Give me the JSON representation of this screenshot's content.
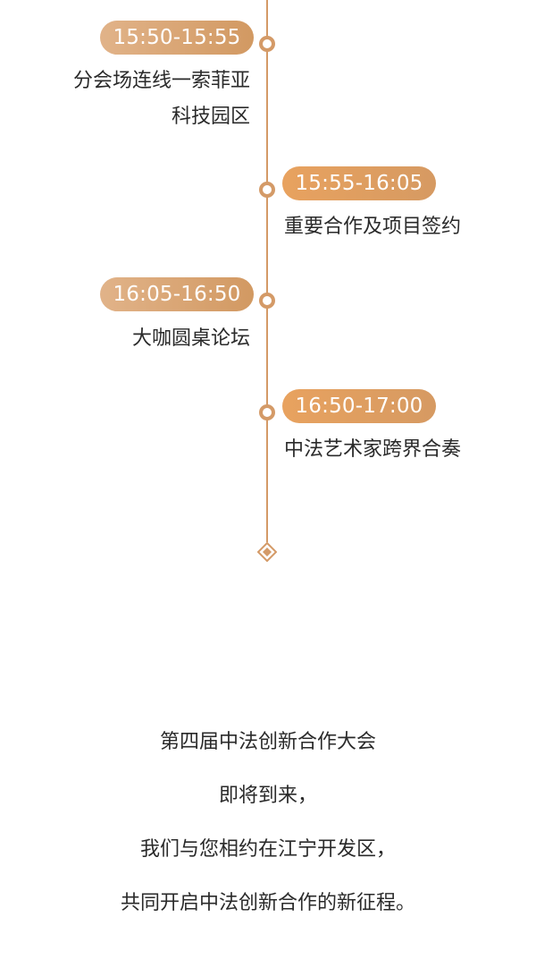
{
  "timeline": {
    "events": [
      {
        "time": "15:50-15:55",
        "lines": [
          "分会场连线一索菲亚",
          "科技园区"
        ]
      },
      {
        "time": "15:55-16:05",
        "lines": [
          "重要合作及项目签约"
        ]
      },
      {
        "time": "16:05-16:50",
        "lines": [
          "大咖圆桌论坛"
        ]
      },
      {
        "time": "16:50-17:00",
        "lines": [
          "中法艺术家跨界合奏"
        ]
      }
    ]
  },
  "closing": {
    "lines": [
      "第四届中法创新合作大会",
      "即将到来，",
      "我们与您相约在江宁开发区，",
      "共同开启中法创新合作的新征程。"
    ]
  },
  "colors": {
    "accent": "#d49a67",
    "pill_left_start": "#e1b389",
    "pill_right_start": "#e8a25f",
    "text": "#2a2a2a"
  },
  "icons": {
    "end_marker": "diamond-icon"
  }
}
